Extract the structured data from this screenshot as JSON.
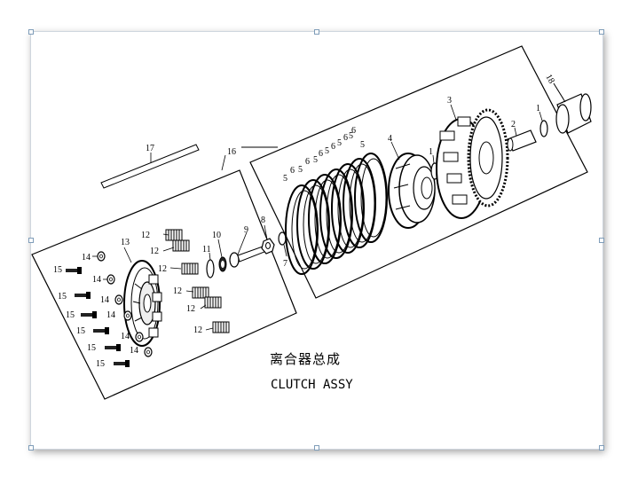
{
  "diagram": {
    "title_cn": "离合器总成",
    "title_en": "CLUTCH ASSY",
    "callouts": {
      "c1a": "1",
      "c1b": "1",
      "c2": "2",
      "c3": "3",
      "c4": "4",
      "c5a": "5",
      "c5b": "5",
      "c5c": "5",
      "c5d": "5",
      "c5e": "5",
      "c5f": "5",
      "c5g": "5",
      "c6a": "6",
      "c6b": "6",
      "c6c": "6",
      "c6d": "6",
      "c6e": "6",
      "c6f": "6",
      "c7": "7",
      "c8": "8",
      "c9": "9",
      "c10": "10",
      "c11": "11",
      "c12a": "12",
      "c12b": "12",
      "c12c": "12",
      "c12d": "12",
      "c12e": "12",
      "c12f": "12",
      "c13": "13",
      "c14a": "14",
      "c14b": "14",
      "c14c": "14",
      "c14d": "14",
      "c14e": "14",
      "c15a": "15",
      "c15b": "15",
      "c15c": "15",
      "c15d": "15",
      "c15e": "15",
      "c15f": "15",
      "c16": "16",
      "c17": "17",
      "c18": "18"
    }
  }
}
